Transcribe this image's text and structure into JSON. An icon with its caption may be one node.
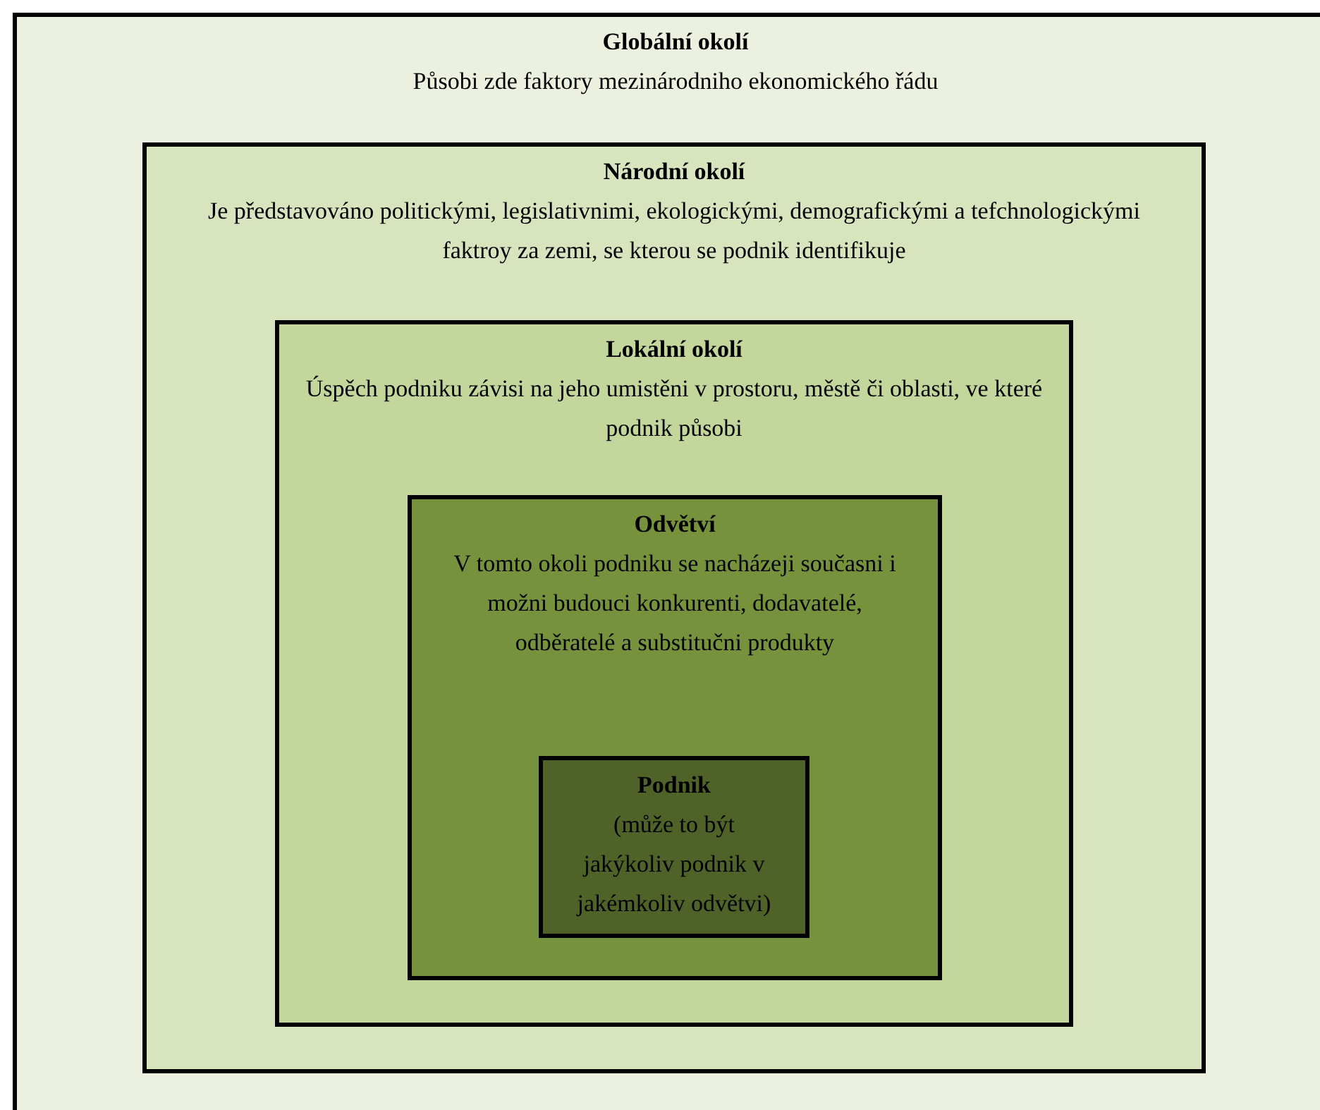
{
  "diagram": {
    "nodes": [
      {
        "text": [
          "Globální okolí",
          "Působi zde faktory mezinárodniho ekonomického řádu"
        ]
      },
      {
        "text": [
          "Národní okolí",
          "Je představováno politickými, legislativnimi, ekologickými, demografickými a tefchnologickými faktroy za zemi, se kterou se podnik identifikuje"
        ],
        "in": 0
      },
      {
        "text": [
          "Lokální okolí",
          "Úspěch podniku závisi na jeho umistěni v prostoru, městě či oblasti, ve které podnik působi"
        ],
        "in": 1
      },
      {
        "text": [
          "Odvětví",
          "V tomto okoli podniku se nacházeji současni i možni budouci konkurenti, dodavatelé, odběratelé a substitučni produkty"
        ],
        "in": 2
      },
      {
        "text": [
          "Podnik",
          "(může to být jakýkoliv podnik v jakémkoliv odvětvi)"
        ],
        "in": 3
      }
    ]
  }
}
